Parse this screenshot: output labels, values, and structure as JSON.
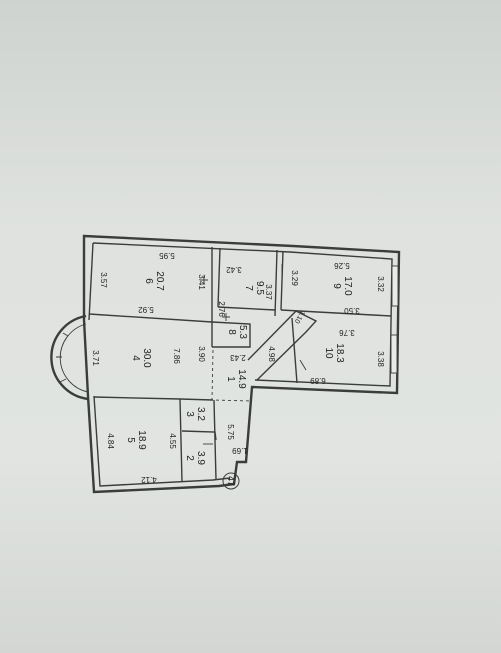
{
  "plan": {
    "unit_number": "47",
    "rooms": [
      {
        "num": "1",
        "area": "14.9"
      },
      {
        "num": "2",
        "area": "3.9"
      },
      {
        "num": "3",
        "area": "3.2"
      },
      {
        "num": "4",
        "area": "30.0"
      },
      {
        "num": "5",
        "area": "18.9"
      },
      {
        "num": "6",
        "area": "20.7"
      },
      {
        "num": "7",
        "area": "9.5"
      },
      {
        "num": "8",
        "area": "5.3"
      },
      {
        "num": "9",
        "area": "17.0"
      },
      {
        "num": "10",
        "area": "18.3"
      }
    ],
    "dims": {
      "d357": "3.57",
      "d595": "5.95",
      "d592": "5.92",
      "d341": "3.41",
      "d342": "3.42",
      "d337": "3.37",
      "d276": "2.76",
      "d526": "5.26",
      "d329": "3.29",
      "d332": "3.32",
      "d350": "3.50",
      "d110": "1.10",
      "d376": "3.76",
      "d338": "3.38",
      "d689": "6.89",
      "d498": "4.98",
      "d371": "3.71",
      "d786": "7.86",
      "d390": "3.90",
      "d243": "2.43",
      "d575": "5.75",
      "d484": "4.84",
      "d455": "4.55",
      "d412": "4.12",
      "d169": "1.69"
    }
  }
}
